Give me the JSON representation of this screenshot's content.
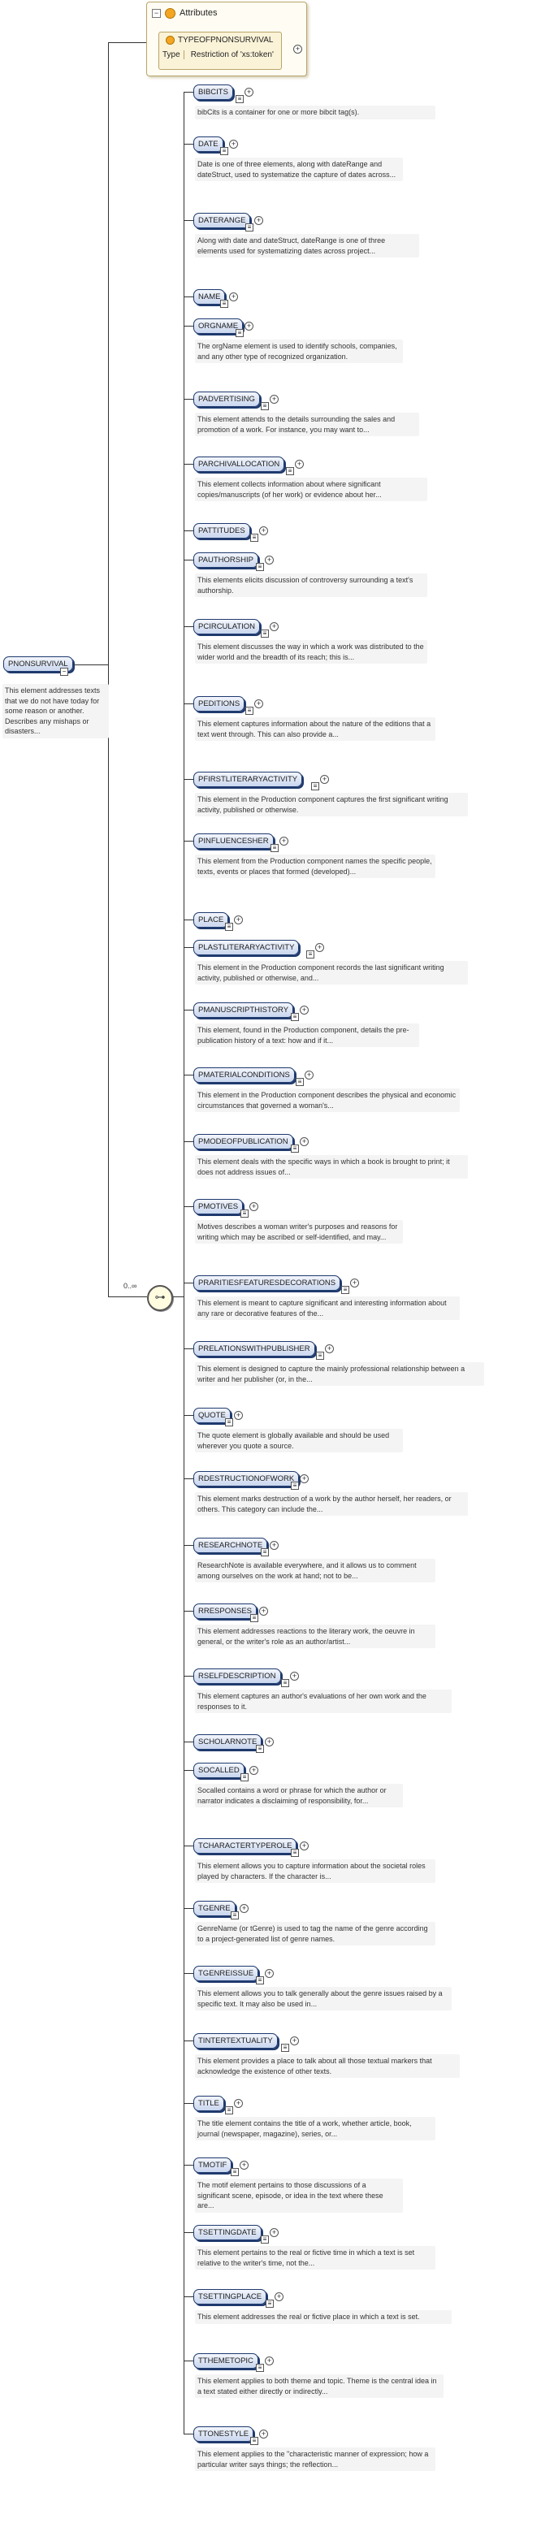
{
  "root": {
    "name": "PNONSURVIVAL",
    "description": "This element addresses texts that we do not have today for some reason or another. Describes any mishaps or disasters..."
  },
  "attributes": {
    "title": "Attributes",
    "attr_name": "TYPEOFPNONSURVIVAL",
    "type_label": "Type",
    "type_value": "Restriction of 'xs:token'"
  },
  "sequence": {
    "cardinality": "0..∞"
  },
  "elements": [
    {
      "name": "BIBCITS",
      "desc": "bibCits is a container for one or more bibcit tag(s)."
    },
    {
      "name": "DATE",
      "desc": "Date is one of three elements, along with dateRange and dateStruct, used to systematize the capture of dates across..."
    },
    {
      "name": "DATERANGE",
      "desc": "Along with date and dateStruct, dateRange is one of three elements used for systematizing dates across project..."
    },
    {
      "name": "NAME",
      "desc": ""
    },
    {
      "name": "ORGNAME",
      "desc": "The orgName element is used to identify schools, companies, and any other type of recognized organization."
    },
    {
      "name": "PADVERTISING",
      "desc": "This element attends to the details surrounding the sales and promotion of a work. For instance, you may want to..."
    },
    {
      "name": "PARCHIVALLOCATION",
      "desc": "This element collects information about where significant copies/manuscripts (of her work) or evidence about her..."
    },
    {
      "name": "PATTITUDES",
      "desc": ""
    },
    {
      "name": "PAUTHORSHIP",
      "desc": "This elements elicits discussion of controversy surrounding a text's authorship."
    },
    {
      "name": "PCIRCULATION",
      "desc": "This element discusses the way in which a work was distributed to the wider world and the breadth of its reach; this is..."
    },
    {
      "name": "PEDITIONS",
      "desc": "This element captures information about the nature of the editions that a text went through. This can also provide a..."
    },
    {
      "name": "PFIRSTLITERARYACTIVITY",
      "desc": "This element in the Production component captures the first significant writing activity, published or otherwise."
    },
    {
      "name": "PINFLUENCESHER",
      "desc": "This element from the Production component names the specific people, texts, events or places that formed (developed)..."
    },
    {
      "name": "PLACE",
      "desc": ""
    },
    {
      "name": "PLASTLITERARYACTIVITY",
      "desc": "This element in the Production component records the last significant writing activity, published or otherwise, and..."
    },
    {
      "name": "PMANUSCRIPTHISTORY",
      "desc": "This element, found in the Production component, details the pre-publication history of a text: how and if it..."
    },
    {
      "name": "PMATERIALCONDITIONS",
      "desc": "This element in the Production component describes the physical and economic circumstances that governed a woman's..."
    },
    {
      "name": "PMODEOFPUBLICATION",
      "desc": "This element deals with the specific ways in which a book is brought to print; it does not address issues of..."
    },
    {
      "name": "PMOTIVES",
      "desc": "Motives describes a woman writer's purposes and reasons for writing which may be ascribed or self-identified, and may..."
    },
    {
      "name": "PRARITIESFEATURESDECORATIONS",
      "desc": "This element is meant to capture significant and interesting information about any rare or decorative features of the..."
    },
    {
      "name": "PRELATIONSWITHPUBLISHER",
      "desc": "This element is designed to capture the mainly professional relationship between a writer and her publisher (or, in the..."
    },
    {
      "name": "QUOTE",
      "desc": "The quote element is globally available and should be used wherever you quote a source."
    },
    {
      "name": "RDESTRUCTIONOFWORK",
      "desc": "This element marks destruction of a work by the author herself, her readers, or others. This category can include the..."
    },
    {
      "name": "RESEARCHNOTE",
      "desc": "ResearchNote is available everywhere, and it allows us to comment among ourselves on the work at hand; not to be..."
    },
    {
      "name": "RRESPONSES",
      "desc": "This element addresses reactions to the literary work, the oeuvre in general, or the writer's role as an author/artist..."
    },
    {
      "name": "RSELFDESCRIPTION",
      "desc": "This element captures an author's evaluations of her own work and the responses to it."
    },
    {
      "name": "SCHOLARNOTE",
      "desc": ""
    },
    {
      "name": "SOCALLED",
      "desc": "Socalled contains a word or phrase for which the author or narrator indicates a disclaiming of responsibility, for..."
    },
    {
      "name": "TCHARACTERTYPEROLE",
      "desc": "This element allows you to capture information about the societal roles played by characters. If the character is..."
    },
    {
      "name": "TGENRE",
      "desc": "GenreName (or tGenre) is used to tag the name of the genre according to a project-generated list of genre names."
    },
    {
      "name": "TGENREISSUE",
      "desc": "This element allows you to talk generally about the genre issues raised by a specific text. It may also be used in..."
    },
    {
      "name": "TINTERTEXTUALITY",
      "desc": "This element provides a place to talk about all those textual markers that acknowledge the existence of other texts."
    },
    {
      "name": "TITLE",
      "desc": "The title element contains the title of a work, whether article, book, journal (newspaper, magazine), series, or..."
    },
    {
      "name": "TMOTIF",
      "desc": "The motif element pertains to those discussions of a significant scene, episode, or idea in the text where these are..."
    },
    {
      "name": "TSETTINGDATE",
      "desc": "This element pertains to the real or fictive time in which a text is set relative to the writer's time, not the..."
    },
    {
      "name": "TSETTINGPLACE",
      "desc": "This element addresses the real or fictive place in which a text is set."
    },
    {
      "name": "TTHEMETOPIC",
      "desc": "This element applies to both theme and topic. Theme is the central idea in a text stated either directly or indirectly..."
    },
    {
      "name": "TTONESTYLE",
      "desc": "This element applies to the \"characteristic manner of expression; how a particular writer says things; the reflection..."
    }
  ]
}
